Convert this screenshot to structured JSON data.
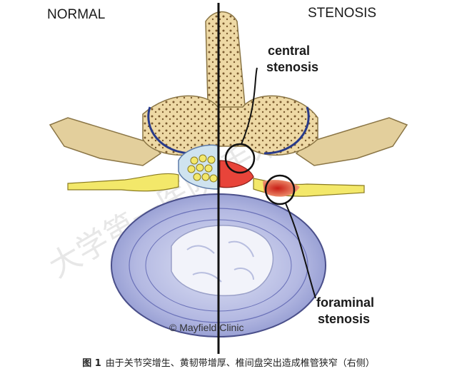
{
  "labels": {
    "normal": "NORMAL",
    "stenosis": "STENOSIS",
    "central_line1": "central",
    "central_line2": "stenosis",
    "foraminal_line1": "foraminal",
    "foraminal_line2": "stenosis",
    "copyright": "© Mayfield Clinic"
  },
  "watermark": {
    "text": "大学第一医院 手术"
  },
  "caption": {
    "fig_label": "图 1",
    "text": "由于关节突增生、黄韧带增厚、椎间盘突出造成椎管狭窄（右侧）"
  },
  "colors": {
    "bone": "#eed9a5",
    "bone_dots": "#7a5a2e",
    "disc_outer": "#9fa6d8",
    "disc_inner": "#e9ecf6",
    "nerve": "#f3e86a",
    "stenosis_red": "#e8443a",
    "divider": "#111111"
  }
}
